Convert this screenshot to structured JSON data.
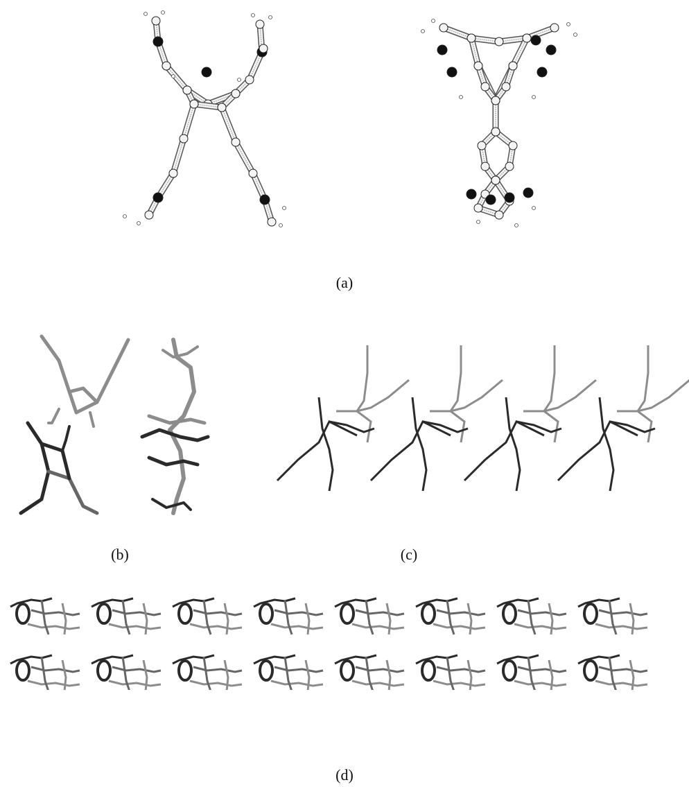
{
  "figure": {
    "panels": [
      {
        "id": "a",
        "label": "(a)"
      },
      {
        "id": "b",
        "label": "(b)"
      },
      {
        "id": "c",
        "label": "(c)"
      },
      {
        "id": "d",
        "label": "(d)"
      }
    ]
  },
  "colors": {
    "background": "#ffffff",
    "atom_light": "#f4f4f4",
    "atom_dark": "#111111",
    "bond_gray": "#9a9a9a",
    "stick_dark": "#2a2a2a",
    "stick_mid": "#666666",
    "stick_light": "#8c8c8c"
  },
  "packing": {
    "c_molecule_pairs": 4,
    "d_rows": 2,
    "d_stacks_per_row": 8
  }
}
